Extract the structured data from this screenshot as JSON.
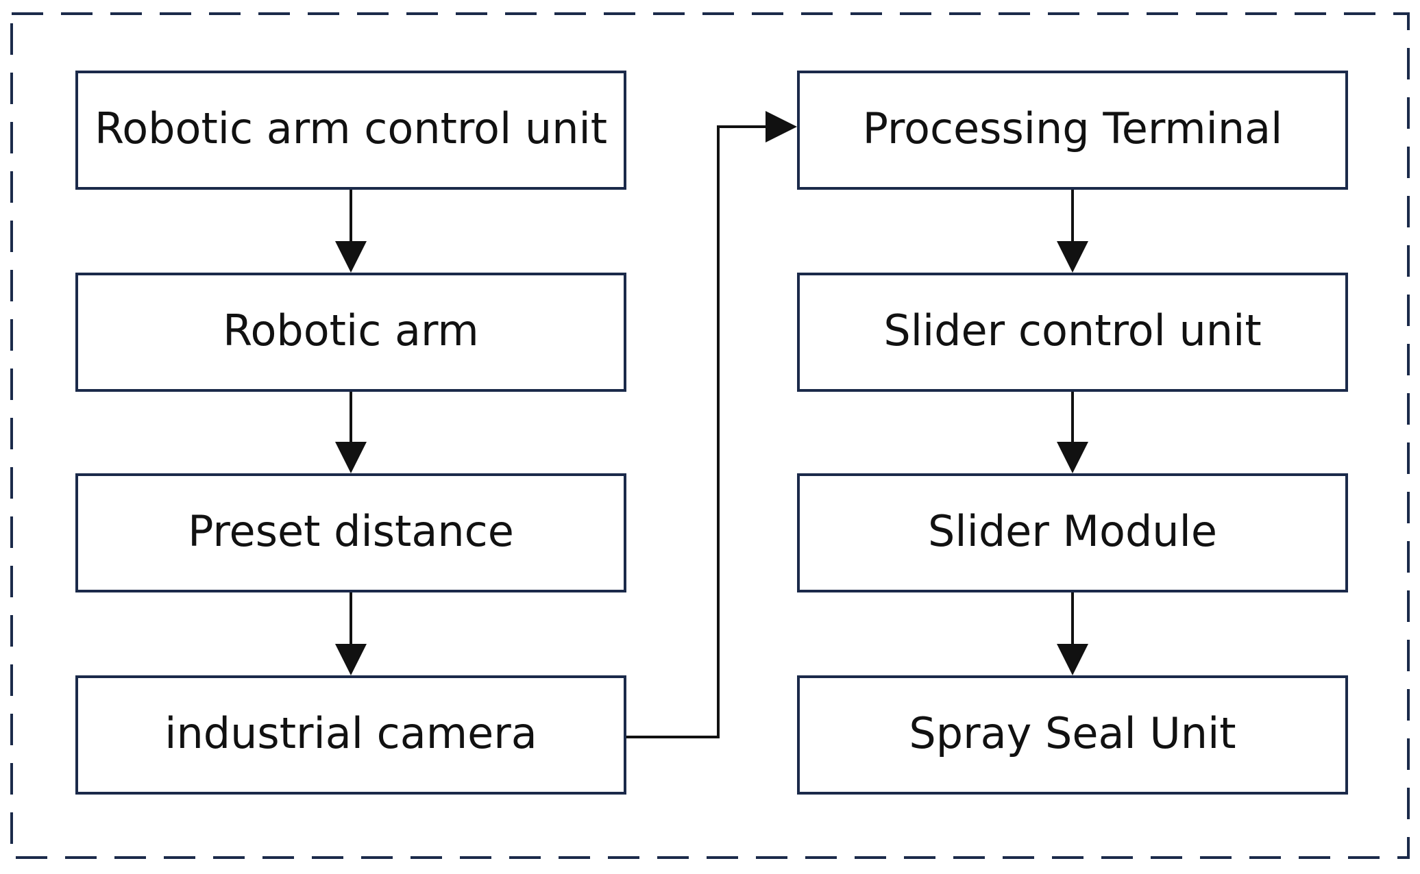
{
  "colors": {
    "frame": "#1b2a4a",
    "box_border": "#1b2a4a",
    "text": "#111111",
    "arrow": "#111111"
  },
  "diagram": {
    "nodes": [
      {
        "id": "robotic-arm-control-unit",
        "label": "Robotic arm control unit"
      },
      {
        "id": "robotic-arm",
        "label": "Robotic arm"
      },
      {
        "id": "preset-distance",
        "label": "Preset distance"
      },
      {
        "id": "industrial-camera",
        "label": "industrial camera"
      },
      {
        "id": "processing-terminal",
        "label": "Processing Terminal"
      },
      {
        "id": "slider-control-unit",
        "label": "Slider control unit"
      },
      {
        "id": "slider-module",
        "label": "Slider Module"
      },
      {
        "id": "spray-seal-unit",
        "label": "Spray Seal Unit"
      }
    ],
    "edges": [
      {
        "from": "robotic-arm-control-unit",
        "to": "robotic-arm"
      },
      {
        "from": "robotic-arm",
        "to": "preset-distance"
      },
      {
        "from": "preset-distance",
        "to": "industrial-camera"
      },
      {
        "from": "industrial-camera",
        "to": "processing-terminal"
      },
      {
        "from": "processing-terminal",
        "to": "slider-control-unit"
      },
      {
        "from": "slider-control-unit",
        "to": "slider-module"
      },
      {
        "from": "slider-module",
        "to": "spray-seal-unit"
      }
    ]
  }
}
